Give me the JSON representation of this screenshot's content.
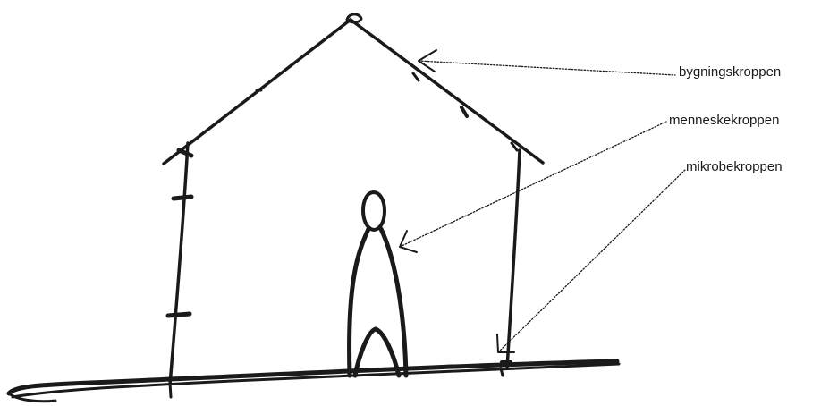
{
  "labels": {
    "building": "bygningskroppen",
    "human": "menneskekroppen",
    "microbe": "mikrobekroppen"
  },
  "colors": {
    "ink": "#1a1a1a",
    "background": "#ffffff"
  }
}
